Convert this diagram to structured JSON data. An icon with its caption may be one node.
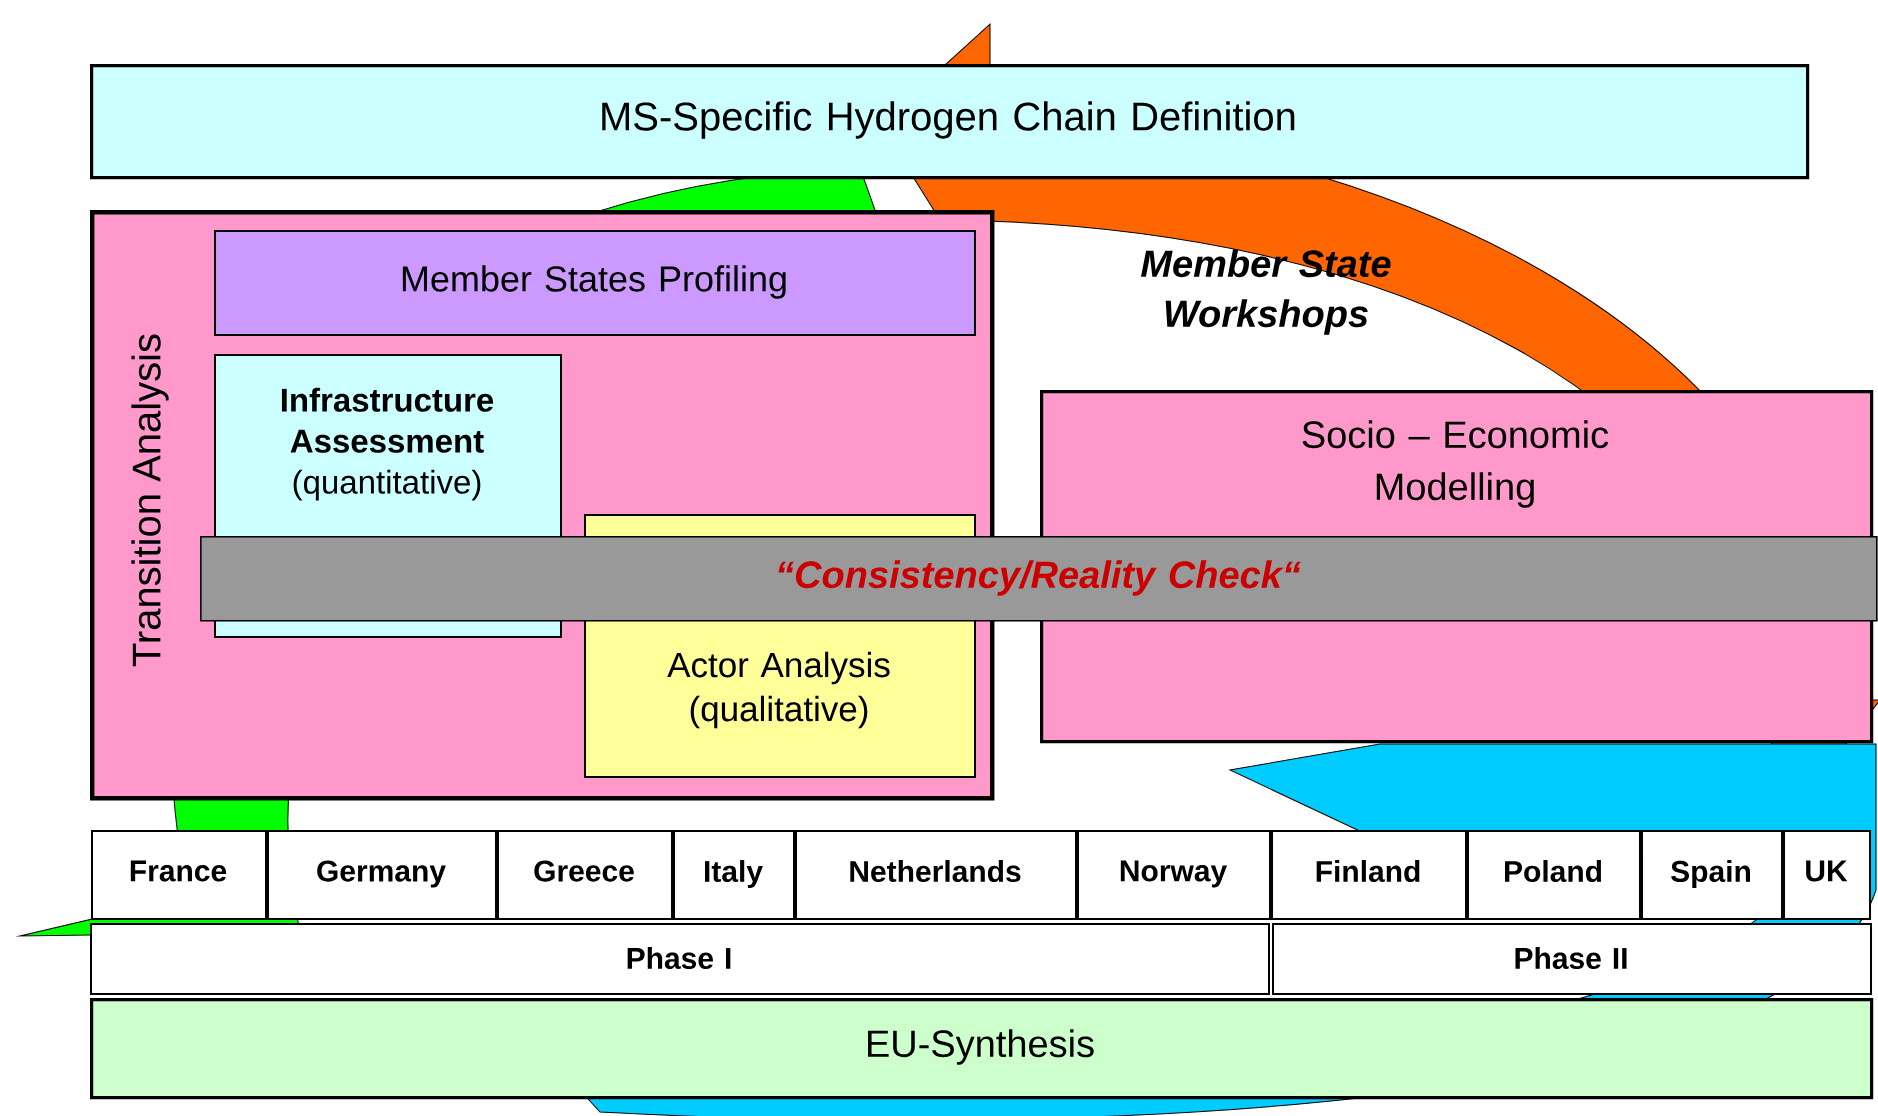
{
  "diagram": {
    "nodes": [
      {
        "text": [
          "MS-Specific Hydrogen Chain Definition"
        ]
      },
      {
        "text": [
          "Transition Analysis"
        ]
      },
      {
        "text": [
          "Member States Profiling"
        ],
        "in": 1
      },
      {
        "text": [
          "**Infrastructure Assessment** (quantitative)"
        ],
        "in": 1
      },
      {
        "text": [
          "Actor Analysis (qualitative)"
        ],
        "in": 1
      },
      {
        "text": [
          "Socio – Economic Modelling"
        ]
      },
      {
        "text": [
          "“Consistency/Reality Check“"
        ]
      },
      {
        "text": [
          "France"
        ]
      },
      {
        "text": [
          "Germany"
        ]
      },
      {
        "text": [
          "Greece"
        ]
      },
      {
        "text": [
          "Italy"
        ]
      },
      {
        "text": [
          "Netherlands"
        ]
      },
      {
        "text": [
          "Norway"
        ]
      },
      {
        "text": [
          "Finland"
        ]
      },
      {
        "text": [
          "Poland"
        ]
      },
      {
        "text": [
          "Spain"
        ]
      },
      {
        "text": [
          "UK"
        ]
      },
      {
        "text": [
          "Phase I"
        ]
      },
      {
        "text": [
          "Phase II"
        ]
      },
      {
        "text": [
          "EU-Synthesis"
        ]
      }
    ],
    "labels": [
      "Member State Workshops"
    ]
  }
}
